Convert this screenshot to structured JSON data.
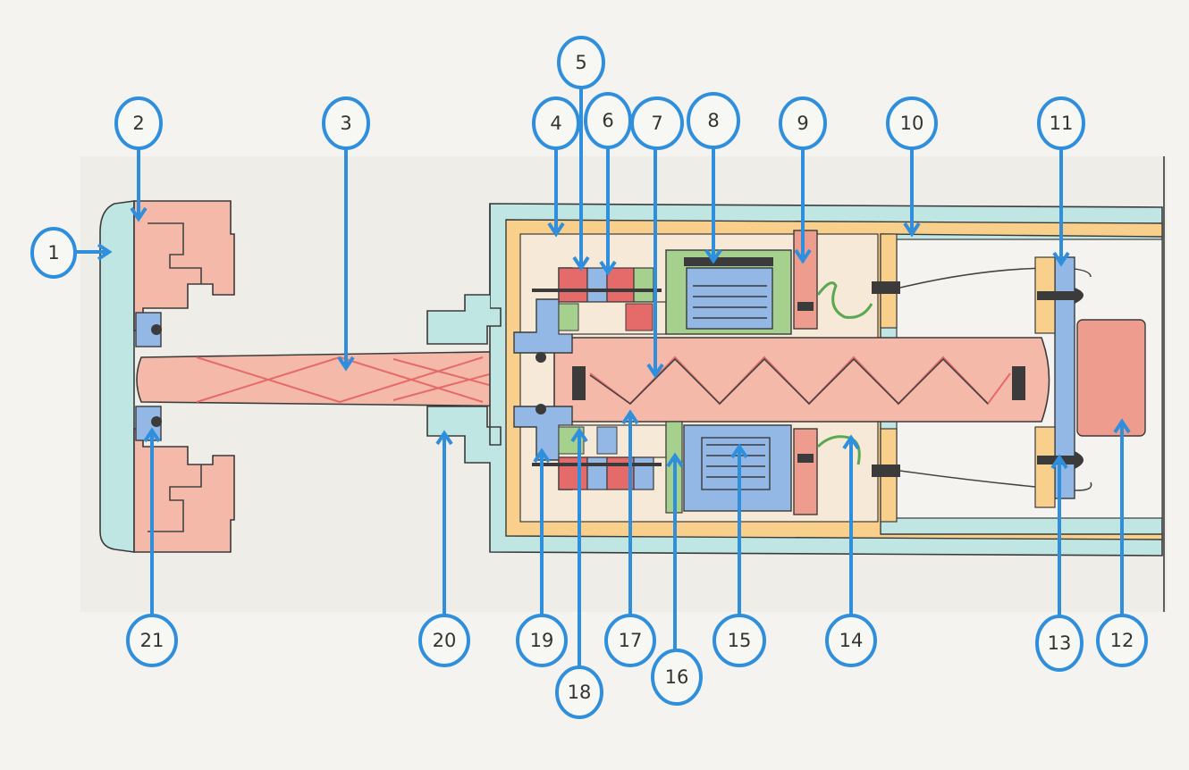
{
  "colors": {
    "paper": "#f4f3ef",
    "callout_blue": "#2f8fdd",
    "pink": "#f4b9a8",
    "salmon": "#ee9c8e",
    "orange": "#f9cf8c",
    "cyan": "#bfe6e2",
    "blue": "#93b8e6",
    "green": "#a6d08d",
    "red": "#e56a6a",
    "dark": "#3b3b3b"
  },
  "callouts": [
    {
      "id": 1,
      "label": "1"
    },
    {
      "id": 2,
      "label": "2"
    },
    {
      "id": 3,
      "label": "3"
    },
    {
      "id": 4,
      "label": "4"
    },
    {
      "id": 5,
      "label": "5"
    },
    {
      "id": 6,
      "label": "6"
    },
    {
      "id": 7,
      "label": "7"
    },
    {
      "id": 8,
      "label": "8"
    },
    {
      "id": 9,
      "label": "9"
    },
    {
      "id": 10,
      "label": "10"
    },
    {
      "id": 11,
      "label": "11"
    },
    {
      "id": 12,
      "label": "12"
    },
    {
      "id": 13,
      "label": "13"
    },
    {
      "id": 14,
      "label": "14"
    },
    {
      "id": 15,
      "label": "15"
    },
    {
      "id": 16,
      "label": "16"
    },
    {
      "id": 17,
      "label": "17"
    },
    {
      "id": 18,
      "label": "18"
    },
    {
      "id": 19,
      "label": "19"
    },
    {
      "id": 20,
      "label": "20"
    },
    {
      "id": 21,
      "label": "21"
    }
  ]
}
